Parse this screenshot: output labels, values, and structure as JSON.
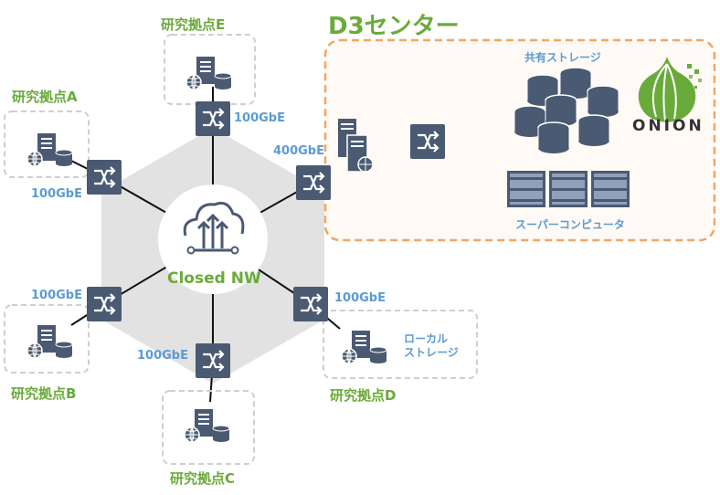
{
  "center": {
    "title": "D3センター",
    "shared_storage": "共有ストレージ",
    "supercomputer": "スーパーコンピュータ",
    "speed": "400GbE",
    "logo_text": "ONION"
  },
  "core": {
    "label": "Closed NW"
  },
  "sites": [
    {
      "id": "A",
      "label": "研究拠点A",
      "speed": "100GbE"
    },
    {
      "id": "B",
      "label": "研究拠点B",
      "speed": "100GbE"
    },
    {
      "id": "C",
      "label": "研究拠点C",
      "speed": "100GbE"
    },
    {
      "id": "D",
      "label": "研究拠点D",
      "speed": "100GbE",
      "storage_label_1": "ローカル",
      "storage_label_2": "ストレージ"
    },
    {
      "id": "E",
      "label": "研究拠点E",
      "speed": "100GbE"
    }
  ],
  "colors": {
    "green": "#6aaa3a",
    "blue": "#5b9bd5",
    "orange": "#f4a460",
    "device": "#4a5a72",
    "hexagon": "#e2e2e2"
  }
}
